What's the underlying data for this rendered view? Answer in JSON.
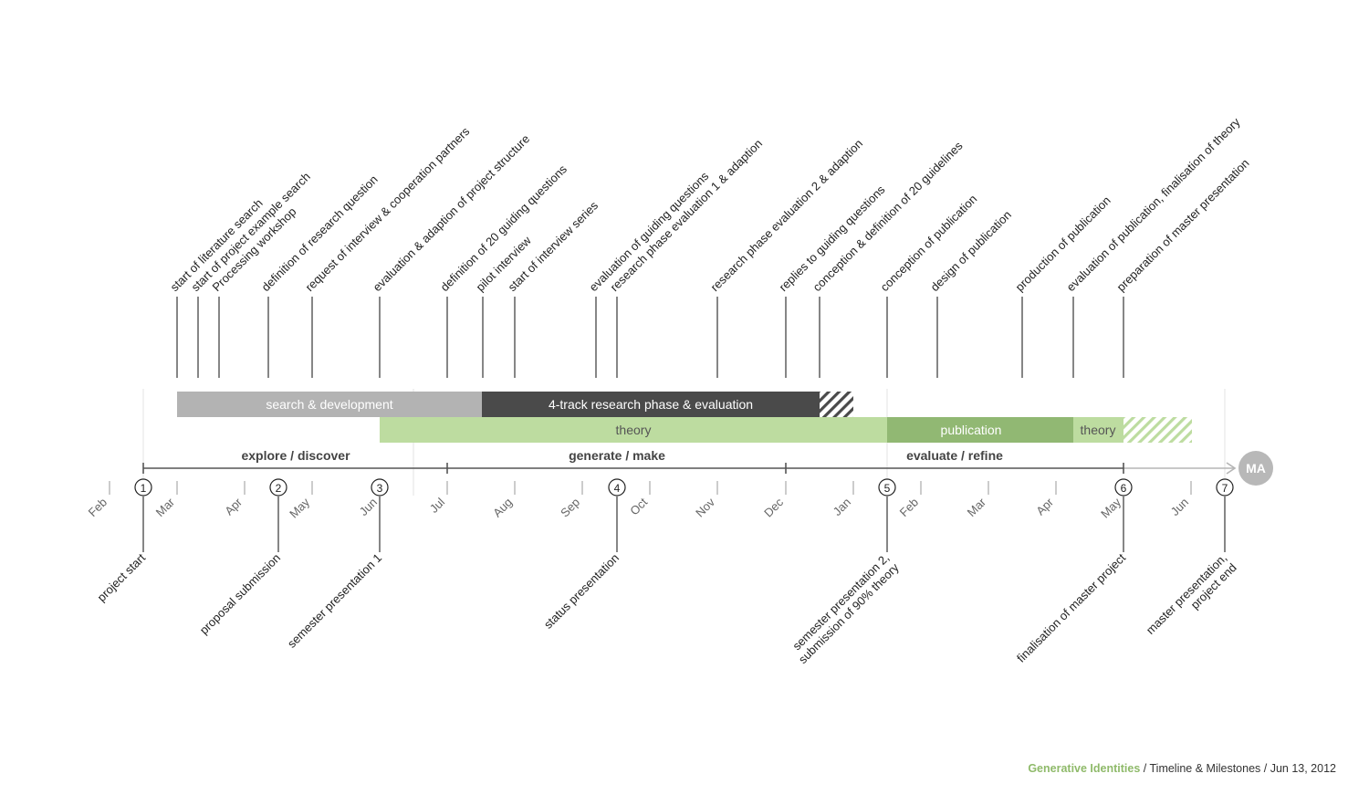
{
  "colors": {
    "search_bar": "#b3b3b3",
    "research_bar": "#4a4a4a",
    "theory_bar": "#bddca0",
    "publication_bar": "#91b873",
    "axis": "#555555",
    "text": "#222222",
    "months": "#666666",
    "ma_circle": "#b8b8b8"
  },
  "ma_label": "MA",
  "month_labels": [
    "Feb",
    "Mar",
    "Apr",
    "May",
    "Jun",
    "Jul",
    "Aug",
    "Sep",
    "Oct",
    "Nov",
    "Dec",
    "Jan",
    "Feb",
    "Mar",
    "Apr",
    "May",
    "Jun"
  ],
  "phases": [
    "explore / discover",
    "generate / make",
    "evaluate / refine"
  ],
  "bars": {
    "search": "search & development",
    "research": "4-track research phase & evaluation",
    "theory1": "theory",
    "publication": "publication",
    "theory2": "theory"
  },
  "events": [
    "start of literature search",
    "start of project example search",
    "Processing workshop",
    "definition of research question",
    "request of interview  & cooperation partners",
    "evaluation & adaption of project structure",
    "definition of 20 guiding questions",
    "pilot interview",
    "start of interview series",
    "evaluation of guiding questions",
    "research phase evaluation 1 & adaption",
    "research phase evaluation 2 & adaption",
    "replies to guiding questions",
    "conception & definition of 20 guidelines",
    "conception of publication",
    "design of publication",
    "production of publication",
    "evaluation of publication, finalisation of theory",
    "preparation of master presentation"
  ],
  "milestones": [
    {
      "number": "1",
      "label": [
        "project start"
      ]
    },
    {
      "number": "2",
      "label": [
        "proposal submission"
      ]
    },
    {
      "number": "3",
      "label": [
        "semester presentation 1"
      ]
    },
    {
      "number": "4",
      "label": [
        "status presentation"
      ]
    },
    {
      "number": "5",
      "label": [
        "semester presentation 2,",
        "submission of 90% theory"
      ]
    },
    {
      "number": "6",
      "label": [
        "finalisation of master project"
      ]
    },
    {
      "number": "7",
      "label": [
        "master presentation,",
        "project end"
      ]
    }
  ],
  "footer": {
    "brand": "Generative Identities",
    "rest": " / Timeline & Milestones / Jun 13, 2012"
  }
}
